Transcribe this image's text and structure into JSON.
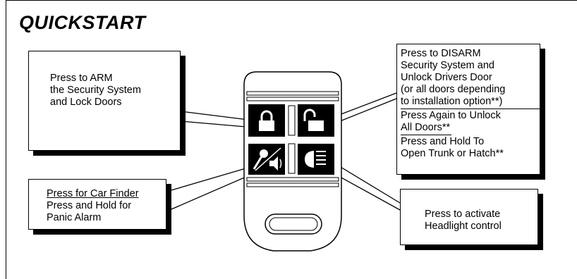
{
  "title": "QUICKSTART",
  "callouts": {
    "arm": [
      "Press to ARM",
      "the Security System",
      "and Lock Doors"
    ],
    "disarm": [
      "Press to DISARM",
      "Security System and",
      "Unlock Drivers Door",
      "(or all doors depending",
      "to installation option**)",
      "Press Again to Unlock",
      "All Doors**",
      "Press and Hold To",
      "Open Trunk or Hatch**"
    ],
    "finder": [
      "Press for Car Finder",
      "Press and Hold for",
      "Panic Alarm"
    ],
    "headlight": [
      "Press to activate",
      "Headlight control"
    ]
  },
  "remote_buttons": [
    {
      "name": "lock",
      "icon": "lock-icon"
    },
    {
      "name": "unlock",
      "icon": "unlock-icon"
    },
    {
      "name": "car-finder-panic",
      "icon": "key-speaker-icon"
    },
    {
      "name": "headlight",
      "icon": "headlight-icon"
    }
  ]
}
